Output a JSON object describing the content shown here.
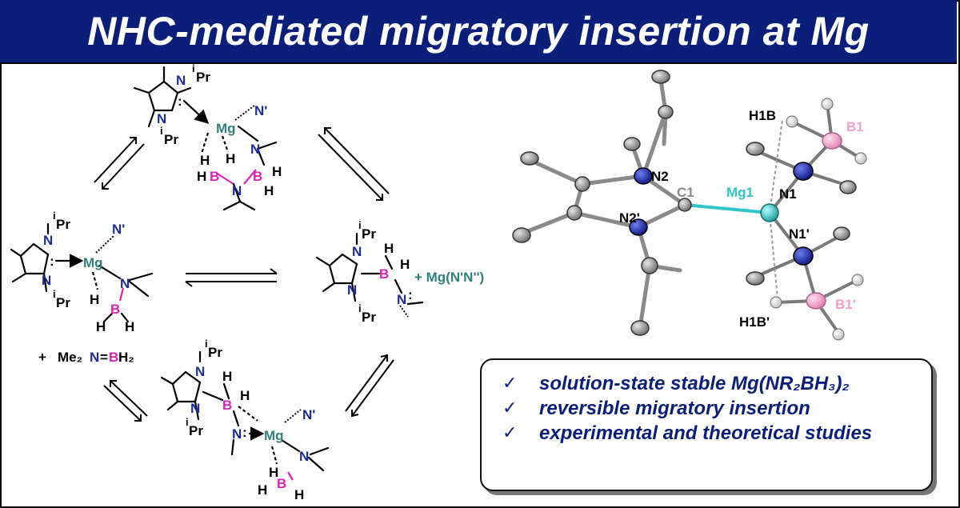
{
  "header": {
    "title": "NHC-mediated migratory insertion at Mg"
  },
  "scheme": {
    "ipr": "iPr",
    "i_sup": "i",
    "pr": "Pr",
    "n": "N",
    "n_prime": "N'",
    "mg": "Mg",
    "b": "B",
    "h": "H",
    "reagent": "+ Me₂N=BH₂",
    "reagent_parts": {
      "plus": "+",
      "me2": "Me₂",
      "n": "N",
      "eq": "=",
      "b": "B",
      "h2": "H₂"
    },
    "product_mg": "+ Mg(N'N'')"
  },
  "structure": {
    "labels": {
      "N2": "N2",
      "N2p": "N2'",
      "C1": "C1",
      "Mg1": "Mg1",
      "N1": "N1",
      "N1p": "N1'",
      "B1": "B1",
      "B1p": "B1'",
      "H1B": "H1B",
      "H1Bp": "H1B'"
    },
    "colors": {
      "carbon": "#9a9a9a",
      "nitrogen": "#1a2aa8",
      "magnesium": "#2ec7c7",
      "boron": "#f0a0c8",
      "hydrogen": "#f2f2f2"
    }
  },
  "summary": {
    "check": "✓",
    "points": [
      "solution-state stable Mg(NR₂BH₃)₂",
      "reversible migratory insertion",
      "experimental and theoretical studies"
    ]
  },
  "colors": {
    "banner": "#0a1e7a",
    "text_blue": "#0a1e7a",
    "n": "#1b2a9e",
    "b": "#e020c0",
    "mg": "#2f7f7f"
  }
}
